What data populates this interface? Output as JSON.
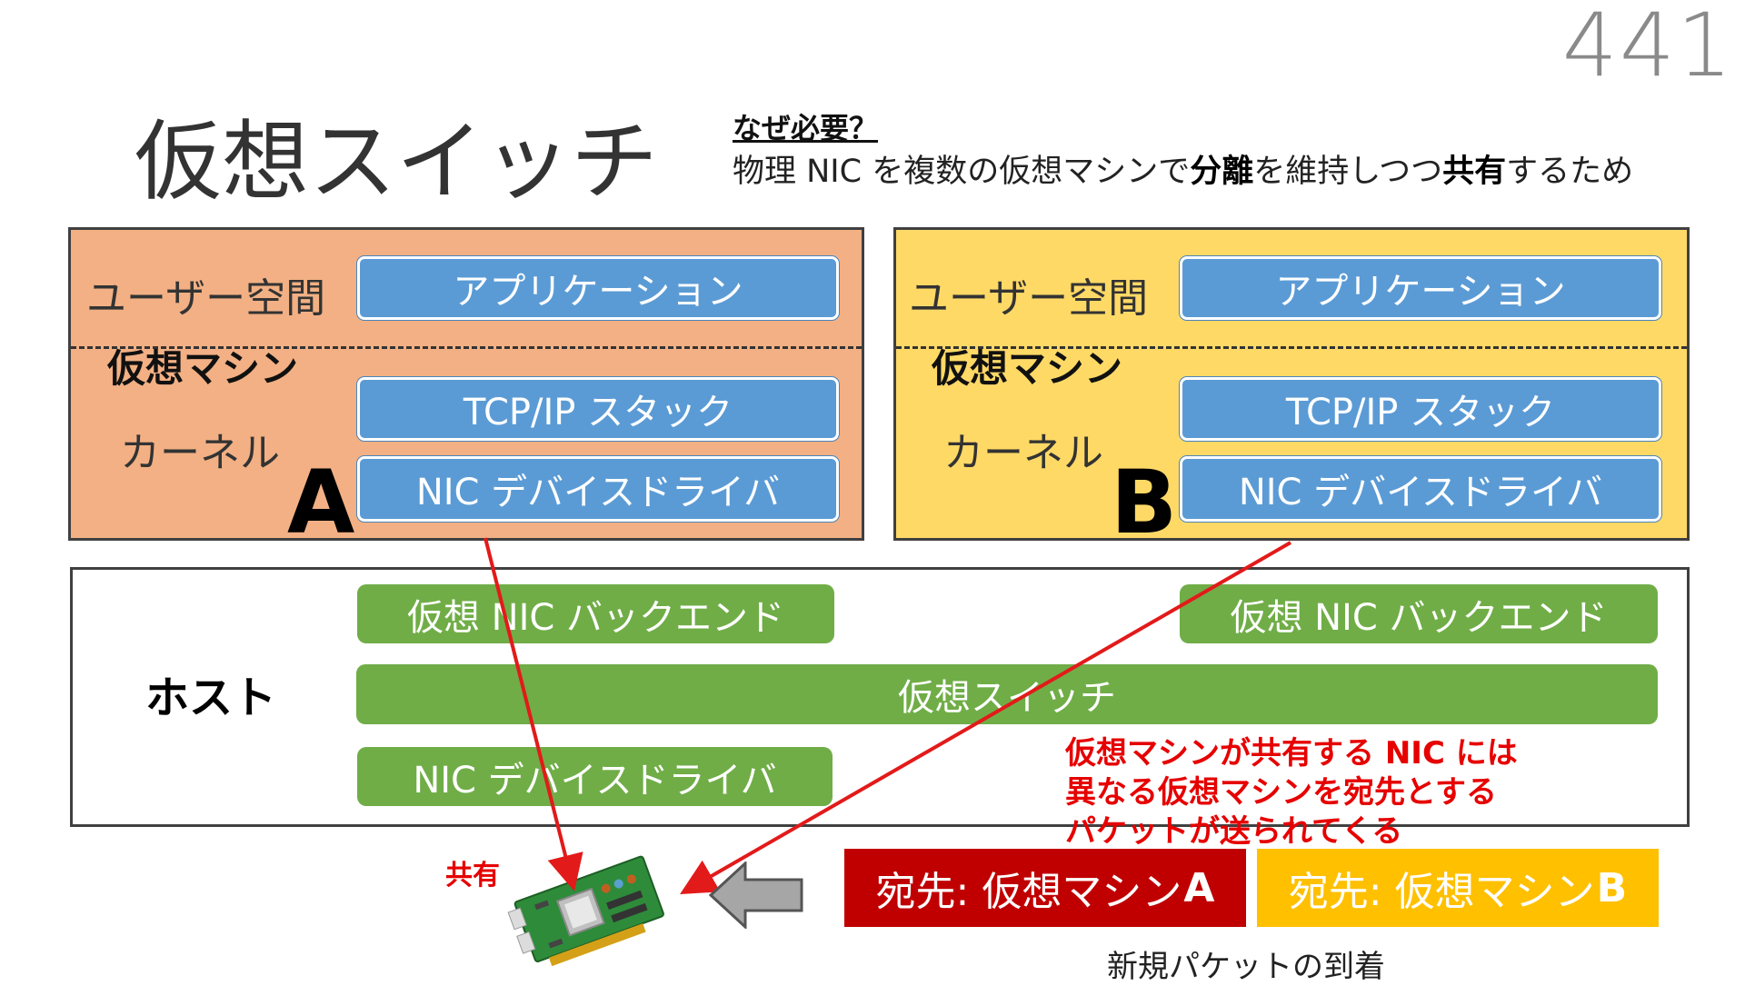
{
  "page_number": "441",
  "title": "仮想スイッチ",
  "why": {
    "heading": "なぜ必要？",
    "text_part1": "物理 NIC を複数の仮想マシンで",
    "bold1": "分離",
    "text_part2": "を維持しつつ",
    "bold2": "共有",
    "text_part3": "するため"
  },
  "vm_a": {
    "user_space": "ユーザー空間",
    "application": "アプリケーション",
    "vm_label": "仮想マシン",
    "kernel": "カーネル",
    "tcpip": "TCP/IP スタック",
    "nic_driver": "NIC デバイスドライバ",
    "letter": "A"
  },
  "vm_b": {
    "user_space": "ユーザー空間",
    "application": "アプリケーション",
    "vm_label": "仮想マシン",
    "kernel": "カーネル",
    "tcpip": "TCP/IP スタック",
    "nic_driver": "NIC デバイスドライバ",
    "letter": "B"
  },
  "host": {
    "label": "ホスト",
    "backend_a": "仮想 NIC バックエンド",
    "backend_b": "仮想 NIC バックエンド",
    "vswitch": "仮想スイッチ",
    "nic_driver": "NIC デバイスドライバ"
  },
  "note": {
    "line1": "仮想マシンが共有する NIC には",
    "line2": "異なる仮想マシンを宛先とする",
    "line3": "パケットが送られてくる"
  },
  "shared_label": "共有",
  "packets": {
    "a_prefix": "宛先: 仮想マシン",
    "a_letter": "A",
    "b_prefix": "宛先: 仮想マシン",
    "b_letter": "B"
  },
  "arrival": "新規パケットの到着",
  "colors": {
    "vm_a_bg": "#f2b084",
    "vm_b_bg": "#ffd966",
    "blue_box": "#5b9bd5",
    "green_box": "#70ad47",
    "red_line": "#e31a1a",
    "packet_a": "#c00000",
    "packet_b": "#ffc000"
  },
  "icons": {
    "nic_card": "nic-card-icon",
    "arrow_left": "arrow-left-icon"
  }
}
